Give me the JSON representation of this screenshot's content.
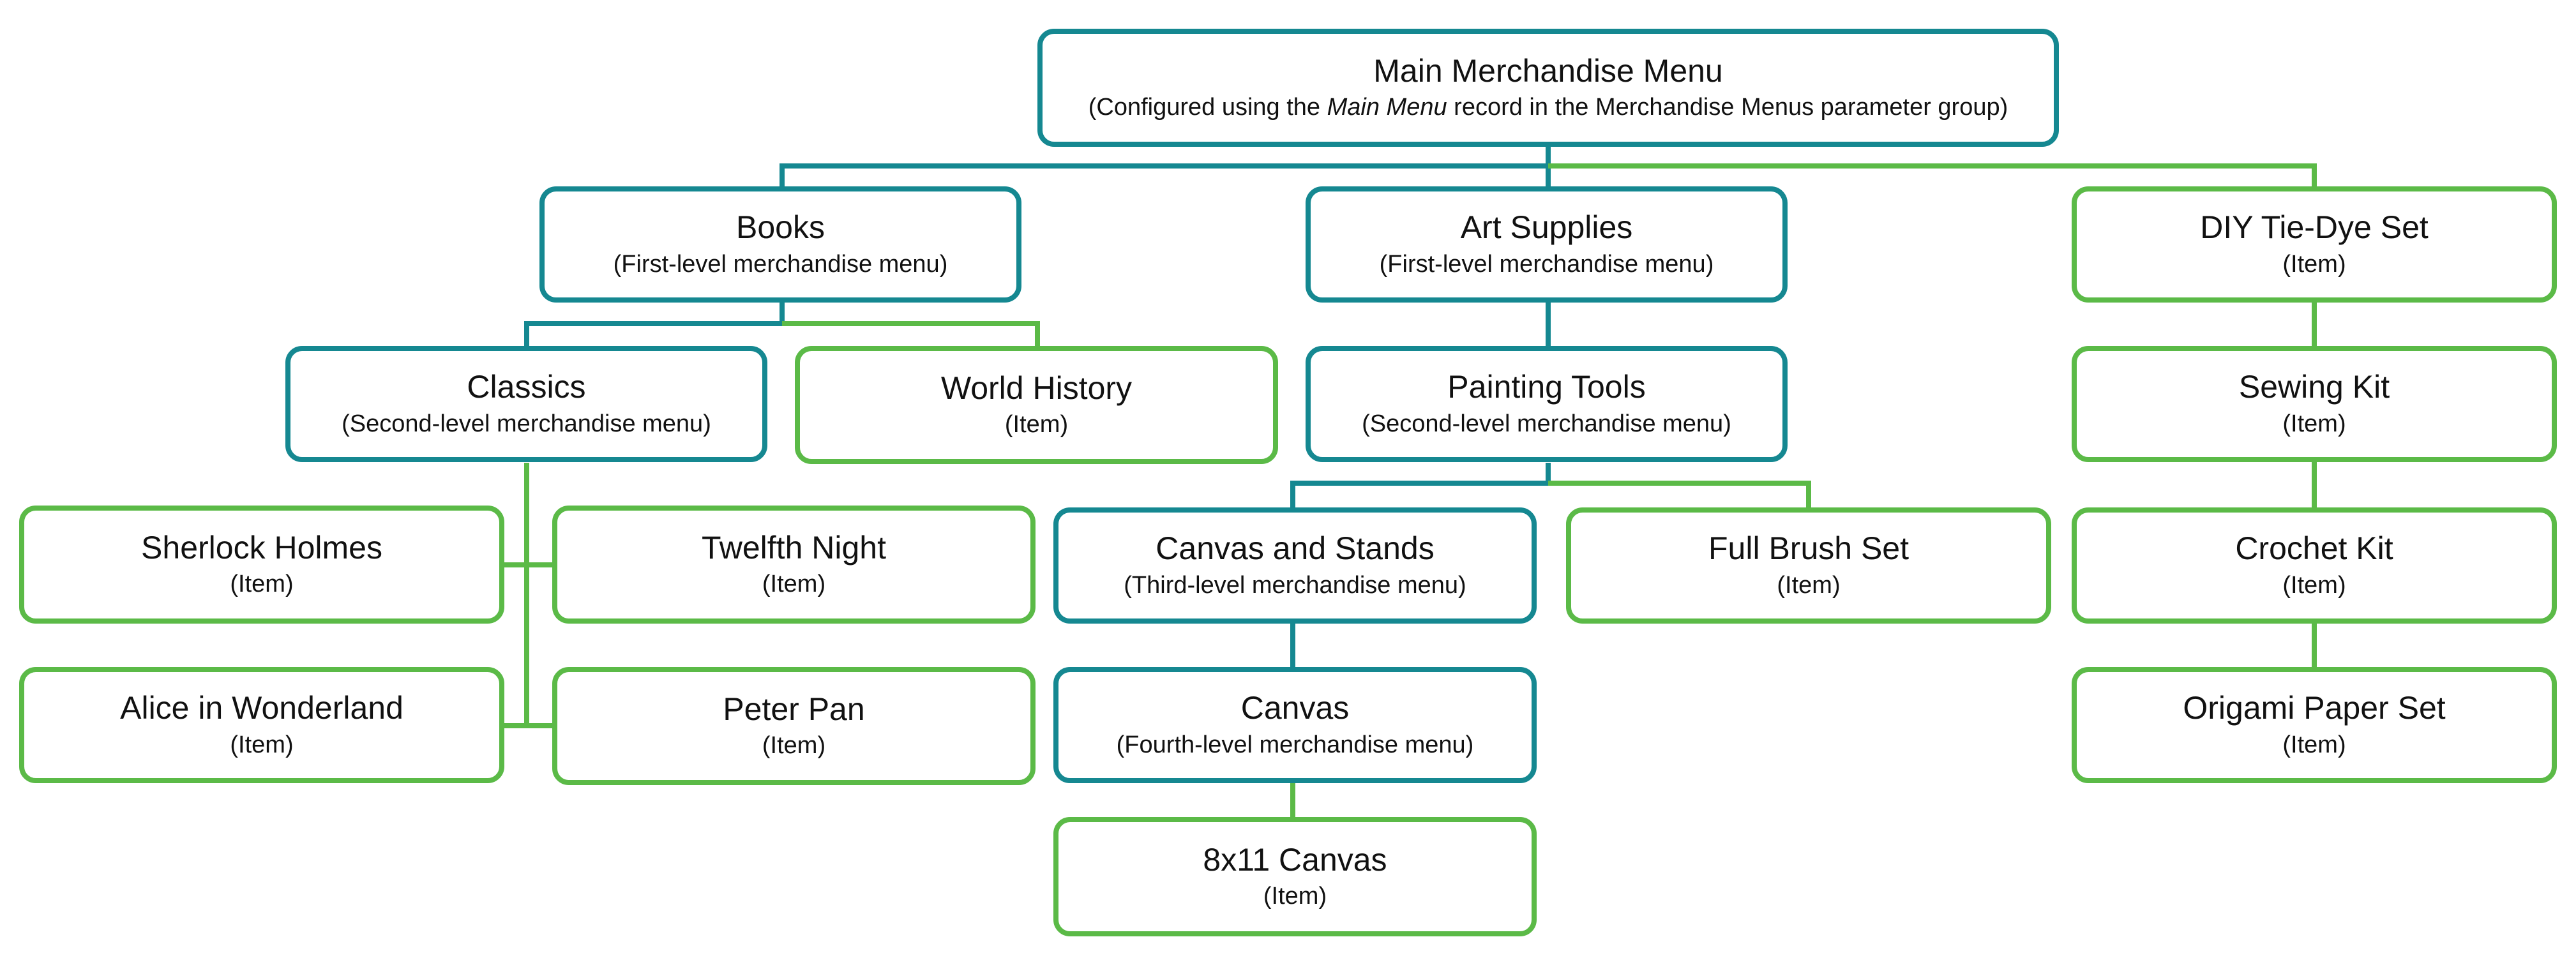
{
  "colors": {
    "menu": "#158891",
    "item": "#5bba47"
  },
  "nodes": {
    "main": {
      "title": "Main Merchandise Menu",
      "sub_pre": "(Configured using the ",
      "sub_em": "Main Menu",
      "sub_post": " record in the Merchandise Menus parameter group)"
    },
    "books": {
      "title": "Books",
      "subtitle": "(First-level merchandise menu)"
    },
    "art": {
      "title": "Art Supplies",
      "subtitle": "(First-level merchandise menu)"
    },
    "diy": {
      "title": "DIY Tie-Dye Set",
      "subtitle": "(Item)"
    },
    "classics": {
      "title": "Classics",
      "subtitle": "(Second-level merchandise menu)"
    },
    "world": {
      "title": "World History",
      "subtitle": "(Item)"
    },
    "painting": {
      "title": "Painting Tools",
      "subtitle": "(Second-level merchandise menu)"
    },
    "sewing": {
      "title": "Sewing Kit",
      "subtitle": "(Item)"
    },
    "sherlock": {
      "title": "Sherlock Holmes",
      "subtitle": "(Item)"
    },
    "twelfth": {
      "title": "Twelfth Night",
      "subtitle": "(Item)"
    },
    "canvas_stands": {
      "title": "Canvas and Stands",
      "subtitle": "(Third-level merchandise menu)"
    },
    "brush": {
      "title": "Full Brush Set",
      "subtitle": "(Item)"
    },
    "crochet": {
      "title": "Crochet Kit",
      "subtitle": "(Item)"
    },
    "alice": {
      "title": "Alice in Wonderland",
      "subtitle": "(Item)"
    },
    "peter": {
      "title": "Peter Pan",
      "subtitle": "(Item)"
    },
    "canvas": {
      "title": "Canvas",
      "subtitle": "(Fourth-level merchandise menu)"
    },
    "origami": {
      "title": "Origami Paper Set",
      "subtitle": "(Item)"
    },
    "canvas8x11": {
      "title": "8x11 Canvas",
      "subtitle": "(Item)"
    }
  }
}
